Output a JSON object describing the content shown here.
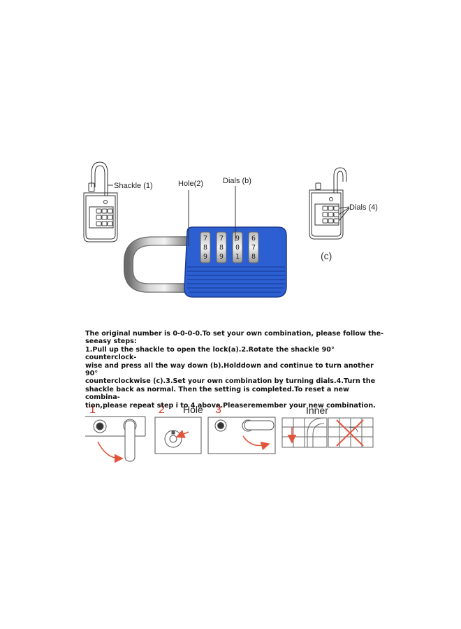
{
  "top_diagram": {
    "shackle_label": "Shackle (1)",
    "hole_label": "Hole(2)",
    "dials_label": "Dials (b)",
    "dials4_label": "Dials (4)",
    "c_label": "(c)",
    "lock_color": "#2c5fd2",
    "dial_digits": [
      "7",
      "8",
      "9",
      "7",
      "8",
      "9",
      "9",
      "0",
      "1",
      "6",
      "7",
      "8"
    ]
  },
  "instructions": {
    "line1": "The original number is 0-0-0-0.To set your own combination, please follow the-",
    "line2": "seeasy steps:",
    "line3": "1.Pull up the shackle to open the lock(a).2.Rotate the shackle 90° counterclock-",
    "line4": "wise and press all the way down (b).Holddown and continue to turn another 90°",
    "line5": "counterclockwise (c).3.Set your own combination by turning dials.4.Turn the",
    "line6": "shackle back as normal. Then the setting is completed.To reset a new combina-",
    "line7": "tion,please repeat step i to 4 above.Pleaseremember your new combination."
  },
  "steps": {
    "step1_num": "1",
    "step2_num": "2",
    "step2_label": "Hole",
    "step3_num": "3",
    "inner_label": "Inner",
    "arrow_color": "#e2553c"
  }
}
